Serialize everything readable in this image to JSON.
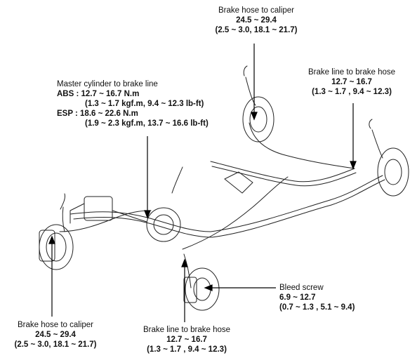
{
  "callouts": {
    "front_right_caliper": {
      "title": "Brake hose to caliper",
      "line1": "24.5 ~ 29.4",
      "line2": "(2.5 ~ 3.0, 18.1 ~ 21.7)"
    },
    "rear_right_hose": {
      "title": "Brake line to brake hose",
      "line1": "12.7 ~ 16.7",
      "line2": "(1.3 ~ 1.7 , 9.4 ~ 12.3)"
    },
    "master_cylinder": {
      "title": "Master cylinder to brake line",
      "abs_label": "ABS : 12.7 ~ 16.7 N.m",
      "abs_sub": "(1.3 ~ 1.7 kgf.m, 9.4 ~ 12.3 lb-ft)",
      "esp_label": "ESP : 18.6 ~ 22.6 N.m",
      "esp_sub": "(1.9 ~ 2.3 kgf.m, 13.7 ~ 16.6 lb-ft)"
    },
    "bleed_screw": {
      "title": "Bleed screw",
      "line1": "6.9 ~ 12.7",
      "line2": "(0.7 ~ 1.3 , 5.1 ~ 9.4)"
    },
    "front_left_caliper": {
      "title": "Brake hose to caliper",
      "line1": "24.5 ~ 29.4",
      "line2": "(2.5 ~ 3.0, 18.1 ~ 21.7)"
    },
    "front_left_hose": {
      "title": "Brake line to brake hose",
      "line1": "12.7 ~ 16.7",
      "line2": "(1.3 ~ 1.7 , 9.4 ~ 12.3)"
    }
  }
}
